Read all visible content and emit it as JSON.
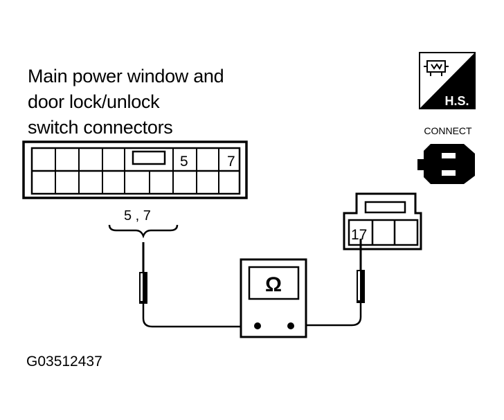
{
  "caption": {
    "line1": "Main power window and",
    "line2": "door lock/unlock",
    "line3": "switch connectors"
  },
  "main_connector": {
    "pin_a": "5",
    "pin_b": "7"
  },
  "probe_label": "5 , 7",
  "sub_connector_pin": "17",
  "meter_symbol": "Ω",
  "badge": {
    "text": "H.S.",
    "icon": "ignition-switch-icon"
  },
  "connect": {
    "label": "CONNECT",
    "icon": "connector-plug-icon"
  },
  "figure_code": "G03512437",
  "icons": {
    "ohmmeter": "ohmmeter-icon",
    "probe": "probe-icon"
  }
}
